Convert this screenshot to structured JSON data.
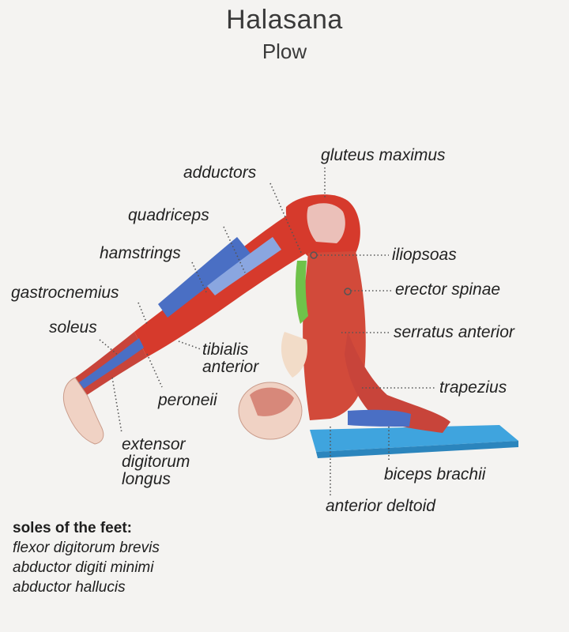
{
  "title": "Halasana",
  "subtitle": "Plow",
  "labels": {
    "gluteus_maximus": "gluteus maximus",
    "adductors": "adductors",
    "quadriceps": "quadriceps",
    "hamstrings": "hamstrings",
    "iliopsoas": "iliopsoas",
    "gastrocnemius": "gastrocnemius",
    "erector_spinae": "erector spinae",
    "soleus": "soleus",
    "serratus_anterior": "serratus anterior",
    "tibialis_anterior": [
      "tibialis",
      "anterior"
    ],
    "trapezius": "trapezius",
    "peroneii": "peroneii",
    "extensor_digitorum_longus": [
      "extensor",
      "digitorum",
      "longus"
    ],
    "biceps_brachii": "biceps brachii",
    "anterior_deltoid": "anterior deltoid"
  },
  "soles": {
    "heading": "soles of the feet:",
    "items": [
      "flexor digitorum brevis",
      "abductor digiti minimi",
      "abductor hallucis"
    ]
  },
  "colors": {
    "muscle_red": "#d63a2c",
    "muscle_blue": "#4a6fc4",
    "mat_blue": "#3fa4de",
    "skin": "#f0d2c4",
    "bone": "#f2ede8"
  }
}
